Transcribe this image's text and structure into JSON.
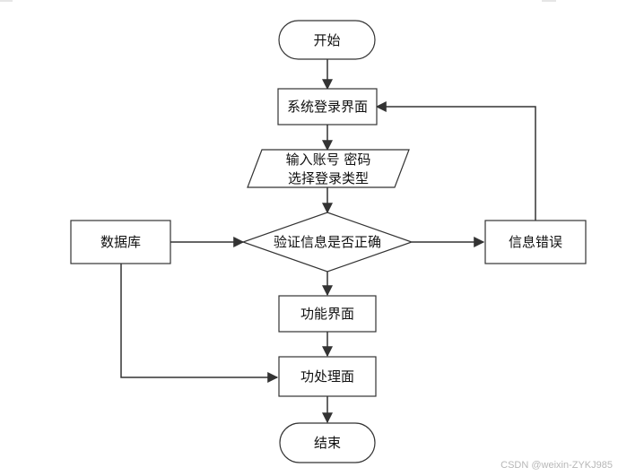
{
  "nodes": {
    "start": "开始",
    "login_ui": "系统登录界面",
    "input_line1": "输入账号 密码",
    "input_line2": "选择登录类型",
    "database": "数据库",
    "verify": "验证信息是否正确",
    "error": "信息错误",
    "function_ui": "功能界面",
    "process_ui": "功处理面",
    "end": "结束"
  },
  "watermark": "CSDN @weixin-ZYKJ985",
  "colors": {
    "line": "#333333",
    "text": "#111111",
    "fill": "#ffffff",
    "watermark": "#b7b7b7"
  }
}
